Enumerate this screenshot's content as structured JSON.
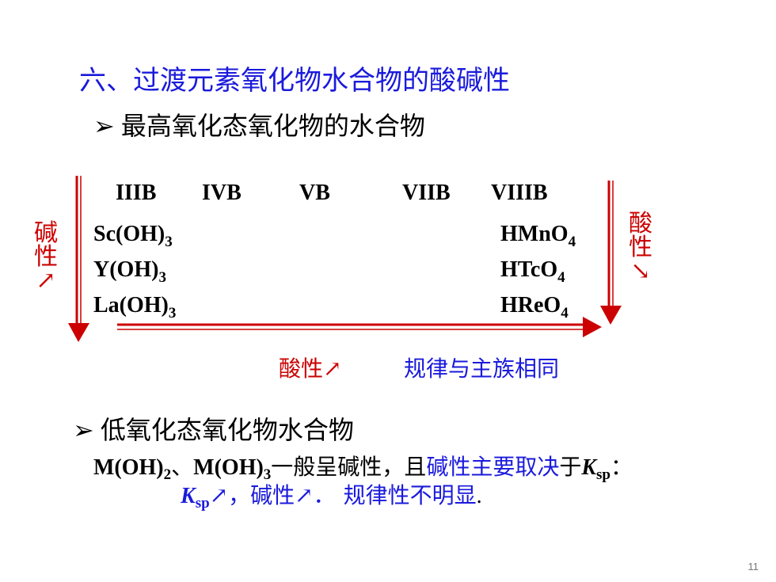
{
  "title": "六、过渡元素氧化物水合物的酸碱性",
  "section1": {
    "bullet": "➢",
    "heading": "最高氧化态氧化物的水合物",
    "groups": [
      "IIIB",
      "IVB",
      "VB",
      "VIIB",
      "VIIIB"
    ],
    "left_compounds": [
      {
        "base": "Sc(OH)",
        "sub": "3"
      },
      {
        "base": "Y(OH)",
        "sub": "3"
      },
      {
        "base": "La(OH)",
        "sub": "3"
      }
    ],
    "right_compounds": [
      {
        "base": "HMnO",
        "sub": "4"
      },
      {
        "base": "HTcO",
        "sub": "4"
      },
      {
        "base": "HReO",
        "sub": "4"
      }
    ],
    "left_label": {
      "line1": "碱",
      "line2": "性",
      "arrow": "↗"
    },
    "right_label": {
      "line1": "酸",
      "line2": "性",
      "arrow": "↘"
    },
    "bottom_label": "酸性↗",
    "rule_note": "规律与主族相同"
  },
  "section2": {
    "bullet": "➢",
    "heading": "低氧化态氧化物水合物",
    "line2": {
      "m1": "M(OH)",
      "m1_sub": "2",
      "sep": "、",
      "m2": "M(OH)",
      "m2_sub": "3",
      "text_a": "一般呈碱性，且",
      "text_blue": "碱性主要取决",
      "text_b": "于",
      "k": "K",
      "k_sub": "sp",
      "colon": "："
    },
    "line3": {
      "k": "K",
      "k_sub": "sp",
      "text_blue": "↗，碱性↗．",
      "text_black": "规律性不明显",
      "period": "."
    }
  },
  "page_number": "11",
  "colors": {
    "title_blue": "#1a1adc",
    "red": "#cc0000"
  }
}
